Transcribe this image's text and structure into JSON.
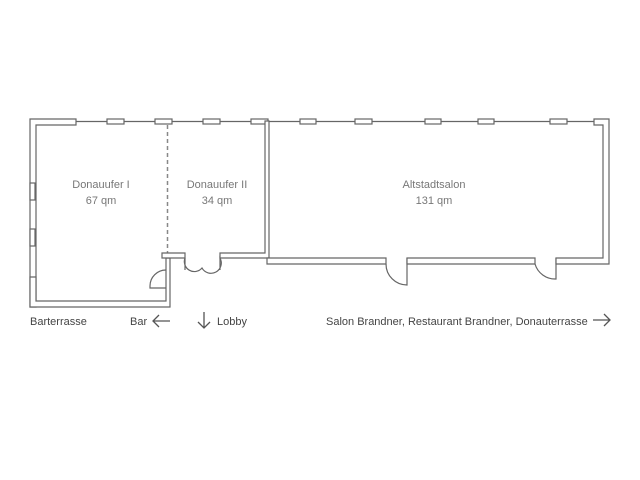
{
  "rooms": [
    {
      "name": "Donauufer I",
      "area": "67 qm"
    },
    {
      "name": "Donauufer II",
      "area": "34 qm"
    },
    {
      "name": "Altstadtsalon",
      "area": "131 qm"
    }
  ],
  "labels": {
    "barterrasse": "Barterrasse",
    "bar": "Bar",
    "lobby": "Lobby",
    "salons": "Salon Brandner, Restaurant Brandner, Donauterrasse"
  },
  "icons": {
    "bar": "arrow-left-icon",
    "lobby": "arrow-down-icon",
    "salons": "arrow-right-icon"
  }
}
